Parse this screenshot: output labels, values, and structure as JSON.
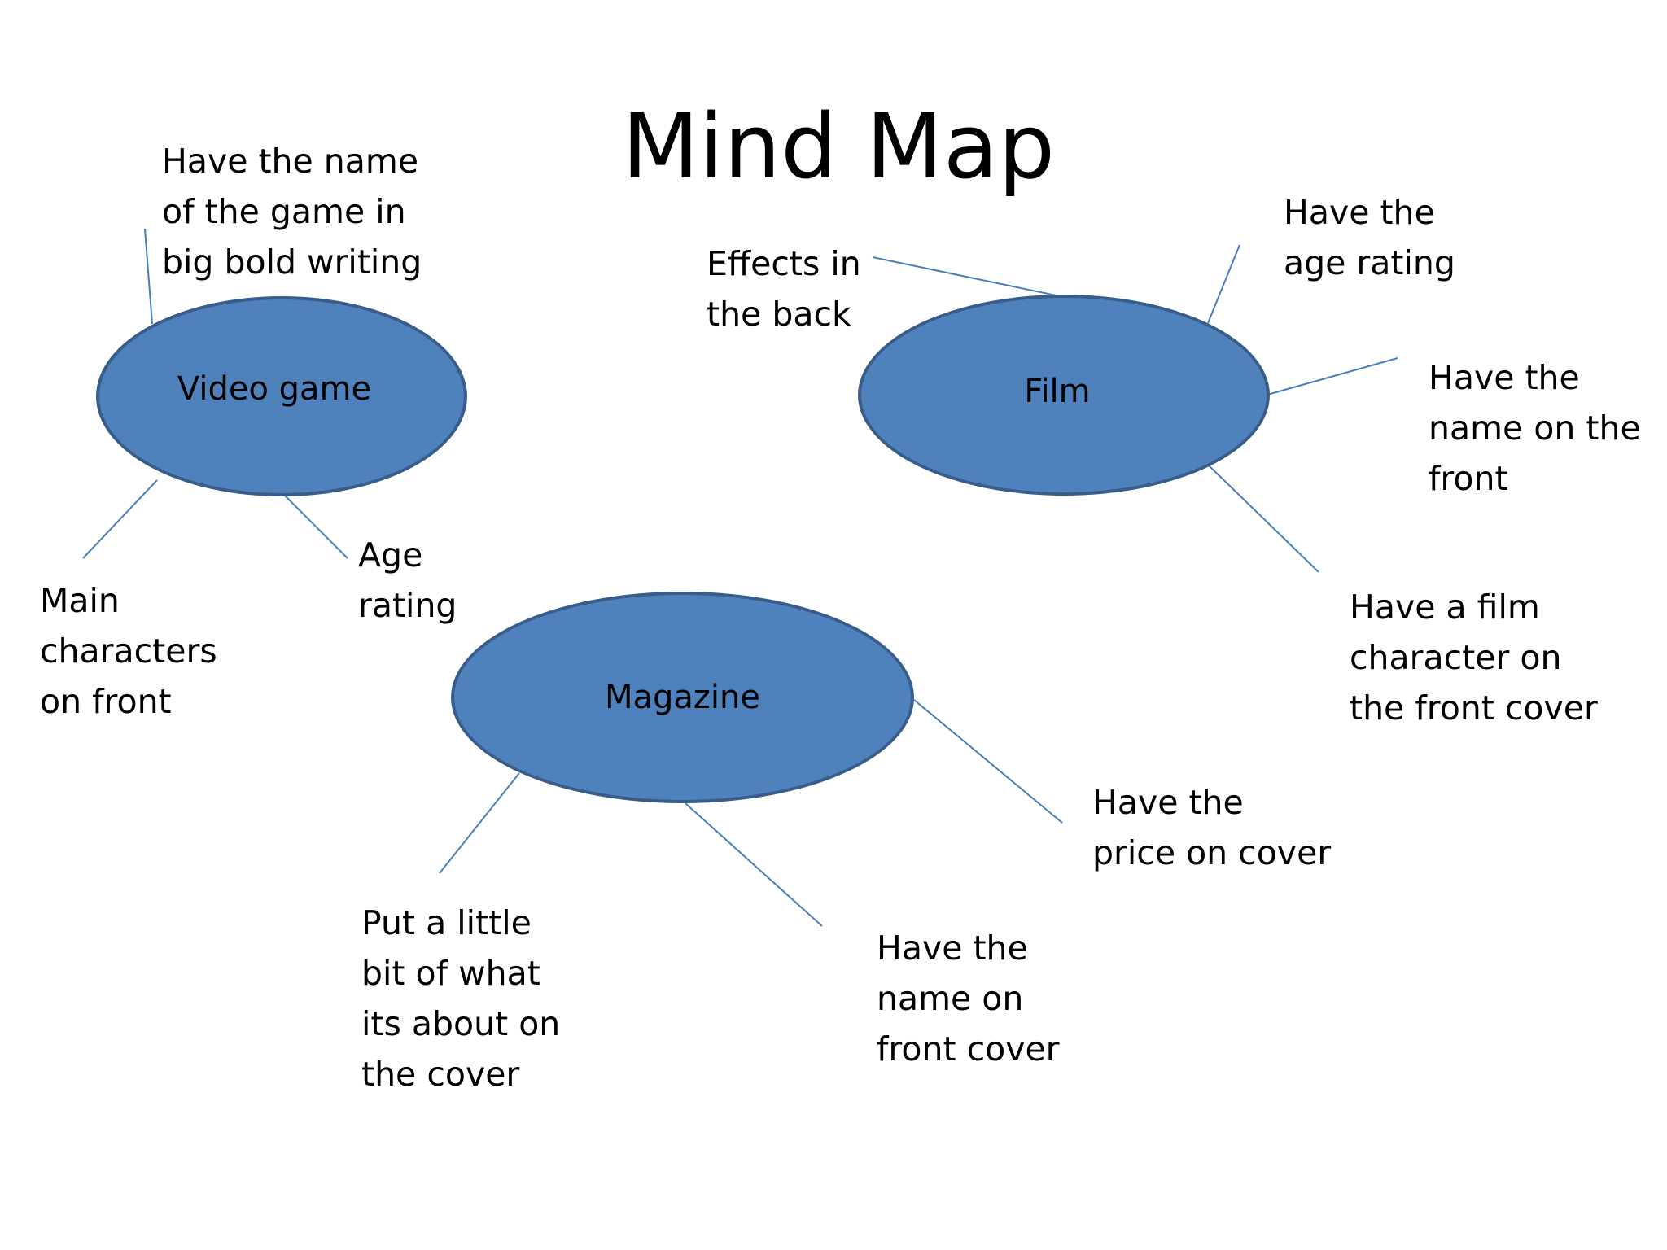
{
  "title": "Mind Map",
  "colors": {
    "node_fill": "#4f81bd",
    "node_border": "#385d8a",
    "link": "#4a7ebb"
  },
  "nodes": {
    "video_game": "Video game",
    "film": "Film",
    "magazine": "Magazine"
  },
  "branches": {
    "video_game": {
      "name_big_bold": [
        "Have the name",
        "of the game in",
        "big bold writing"
      ],
      "main_characters": [
        "Main",
        "characters",
        "on front"
      ],
      "age_rating": [
        "Age",
        "rating"
      ]
    },
    "film": {
      "effects_back": [
        "Effects in",
        "the back"
      ],
      "age_rating": [
        "Have the",
        "age rating"
      ],
      "name_front": [
        "Have the",
        "name on the",
        "front"
      ],
      "film_character": [
        "Have a film",
        "character on",
        "the front cover"
      ]
    },
    "magazine": {
      "price_cover": [
        "Have the",
        "price on cover"
      ],
      "name_front_cover": [
        "Have the",
        "name on",
        "front cover"
      ],
      "about_cover": [
        "Put a little",
        "bit of what",
        "its about on",
        "the cover"
      ]
    }
  }
}
